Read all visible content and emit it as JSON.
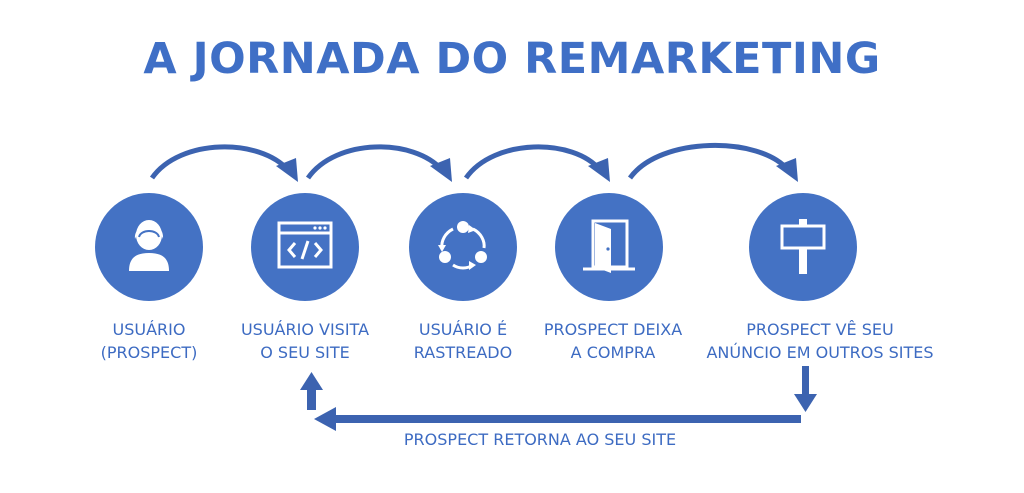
{
  "title": "A JORNADA DO REMARKETING",
  "colors": {
    "primary": "#4472C4",
    "title": "#3F6FC6",
    "text": "#3D6BC2",
    "arrow": "#3C63B0",
    "icon": "#ffffff"
  },
  "steps": [
    {
      "icon": "user-icon",
      "lines": [
        "USUÁRIO",
        "(PROSPECT)"
      ]
    },
    {
      "icon": "code-window-icon",
      "lines": [
        "USUÁRIO VISITA",
        "O SEU SITE"
      ]
    },
    {
      "icon": "cycle-icon",
      "lines": [
        "USUÁRIO É",
        "RASTREADO"
      ]
    },
    {
      "icon": "exit-door-icon",
      "lines": [
        "PROSPECT DEIXA",
        "A COMPRA"
      ]
    },
    {
      "icon": "signpost-icon",
      "lines": [
        "PROSPECT VÊ SEU",
        "ANÚNCIO EM OUTROS SITES"
      ]
    }
  ],
  "return_label": "PROSPECT RETORNA AO SEU SITE"
}
